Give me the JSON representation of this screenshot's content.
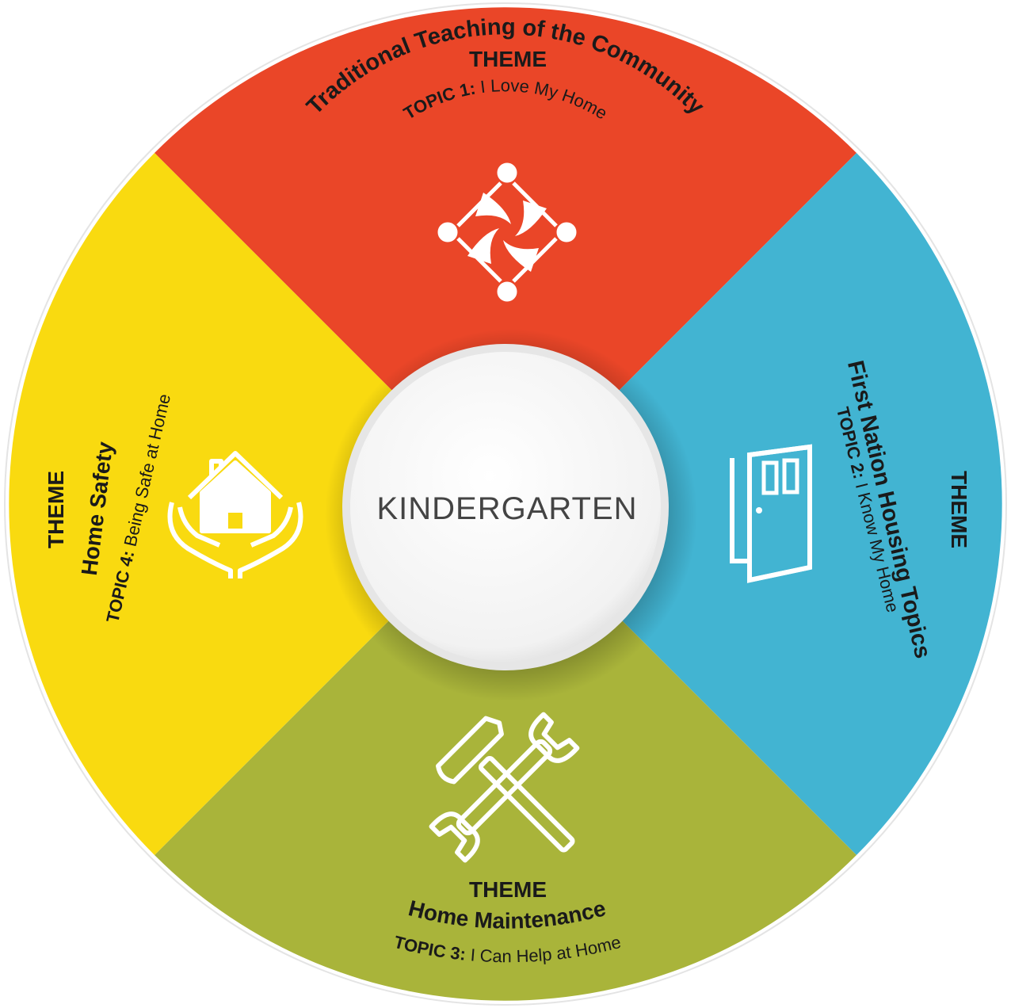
{
  "center": {
    "label": "KINDERGARTEN"
  },
  "segments": [
    {
      "key": "top",
      "color": "#EA4628",
      "heading": "THEME",
      "title": "Traditional Teaching of the Community",
      "topic_label": "TOPIC 1:",
      "topic_text": "I Love My Home",
      "icon": "community-circle-icon"
    },
    {
      "key": "right",
      "color": "#42B4D2",
      "heading": "THEME",
      "title": "First Nation Housing Topics",
      "topic_label": "TOPIC 2:",
      "topic_text": "I Know My Home",
      "icon": "open-door-icon"
    },
    {
      "key": "bottom",
      "color": "#A9B43A",
      "heading": "THEME",
      "title": "Home Maintenance",
      "topic_label": "TOPIC 3:",
      "topic_text": "I Can Help at Home",
      "icon": "hammer-wrench-icon"
    },
    {
      "key": "left",
      "color": "#F9DA10",
      "heading": "THEME",
      "title": "Home Safety",
      "topic_label": "TOPIC 4:",
      "topic_text": "Being Safe at Home",
      "icon": "house-in-hands-icon"
    }
  ]
}
